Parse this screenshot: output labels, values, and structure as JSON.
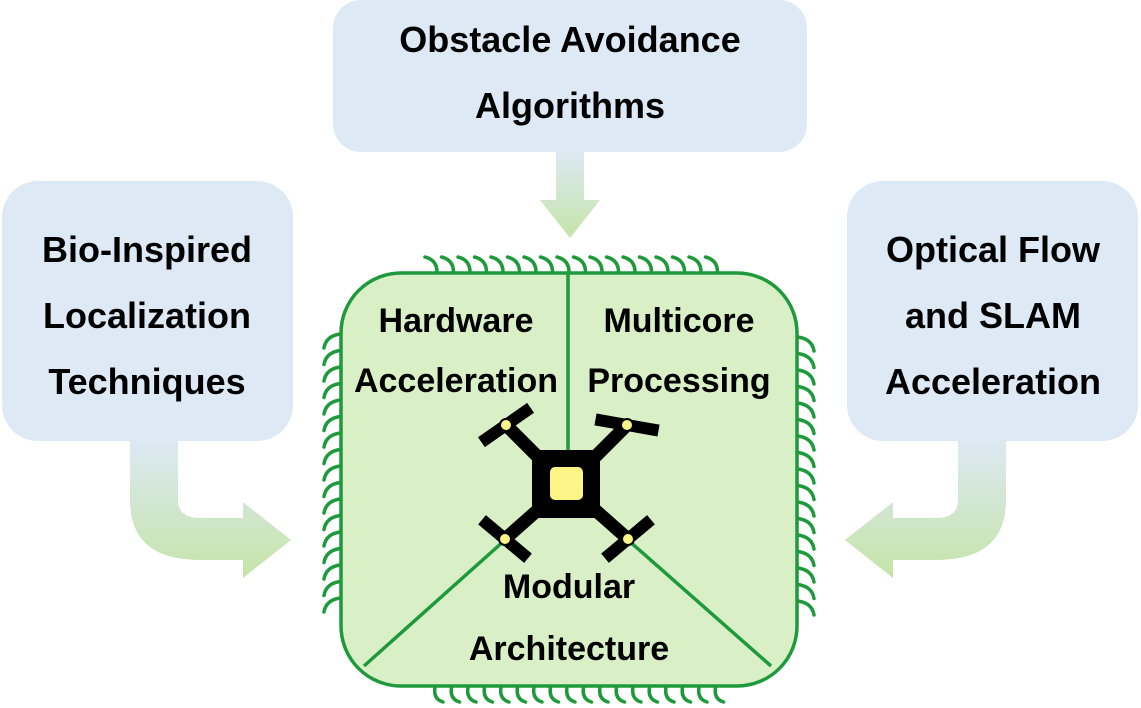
{
  "colors": {
    "box_fill": "#dde9f5",
    "chip_fill": "#d9efc6",
    "chip_stroke": "#1e9a3c",
    "arrow_top": "#dde9f5",
    "arrow_bottom": "#c5e4a8",
    "drone_body": "#000000",
    "drone_accent": "#fcf487"
  },
  "boxes": {
    "top": {
      "lines": [
        "Obstacle Avoidance",
        "Algorithms"
      ]
    },
    "left": {
      "lines": [
        "Bio-Inspired",
        "Localization",
        "Techniques"
      ]
    },
    "right": {
      "lines": [
        "Optical Flow",
        "and SLAM",
        "Acceleration"
      ]
    }
  },
  "chip": {
    "sections": {
      "top_left": {
        "lines": [
          "Hardware",
          "Acceleration"
        ]
      },
      "top_right": {
        "lines": [
          "Multicore",
          "Processing"
        ]
      },
      "bottom": {
        "lines": [
          "Modular",
          "Architecture"
        ]
      }
    },
    "center_icon": "drone-icon"
  },
  "arrows": [
    {
      "from": "top",
      "to": "chip",
      "icon": "arrow-down-icon"
    },
    {
      "from": "left",
      "to": "chip",
      "icon": "arrow-curved-right-icon"
    },
    {
      "from": "right",
      "to": "chip",
      "icon": "arrow-curved-left-icon"
    }
  ]
}
